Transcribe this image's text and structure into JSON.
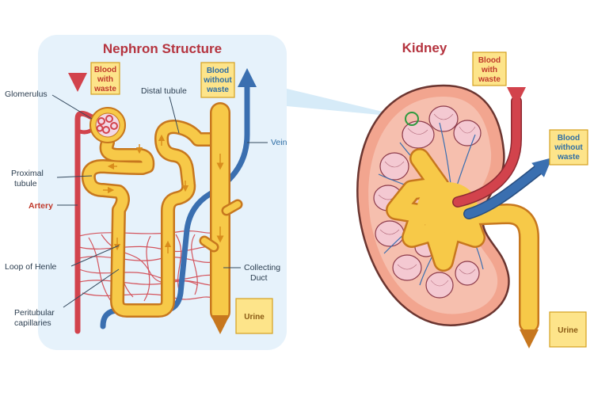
{
  "nephron": {
    "title": "Nephron  Structure",
    "labels": {
      "glomerulus": "Glomerulus",
      "proximal_1": "Proximal",
      "proximal_2": "tubule",
      "artery": "Artery",
      "loop": "Loop of Henle",
      "peri_1": "Peritubular",
      "peri_2": "capillaries",
      "distal": "Distal tubule",
      "vein": "Vein",
      "collect_1": "Collecting",
      "collect_2": "Duct"
    },
    "box_in_1": "Blood",
    "box_in_2": "with",
    "box_in_3": "waste",
    "box_out_1": "Blood",
    "box_out_2": "without",
    "box_out_3": "waste",
    "box_urine": "Urine"
  },
  "kidney": {
    "title": "Kidney",
    "box_in_1": "Blood",
    "box_in_2": "with",
    "box_in_3": "waste",
    "box_out_1": "Blood",
    "box_out_2": "without",
    "box_out_3": "waste",
    "box_urine": "Urine"
  },
  "colors": {
    "artery": "#d2434c",
    "vein": "#3a6fb0",
    "tubule": "#f7c948",
    "panel": "#e6f2fb",
    "kidney_outer": "#f2a58f",
    "box_fill": "#fde48a"
  }
}
